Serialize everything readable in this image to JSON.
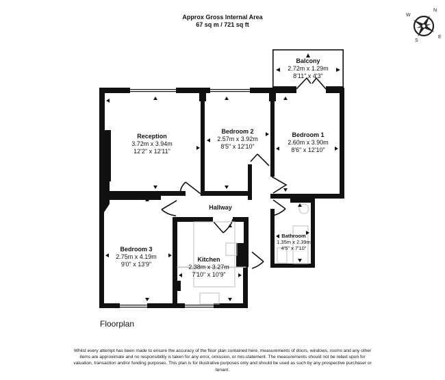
{
  "header": {
    "title": "Approx Gross Internal Area",
    "area": "67 sq m / 721 sq ft"
  },
  "compass": {
    "icon": "compass-rose-icon",
    "labels": {
      "n": "N",
      "e": "E",
      "s": "S",
      "w": "W"
    }
  },
  "rooms": [
    {
      "id": "balcony",
      "name": "Balcony",
      "metric": "2.72m x 1.29m",
      "imperial": "8'11\" x 4'3\""
    },
    {
      "id": "reception",
      "name": "Reception",
      "metric": "3.72m x 3.94m",
      "imperial": "12'2\" x 12'11\""
    },
    {
      "id": "bedroom2",
      "name": "Bedroom 2",
      "metric": "2.57m x 3.92m",
      "imperial": "8'5\" x 12'10\""
    },
    {
      "id": "bedroom1",
      "name": "Bedroom 1",
      "metric": "2.60m x 3.90m",
      "imperial": "8'6\" x 12'10\""
    },
    {
      "id": "hallway",
      "name": "Hallway",
      "metric": "",
      "imperial": ""
    },
    {
      "id": "bedroom3",
      "name": "Bedroom 3",
      "metric": "2.75m x 4.19m",
      "imperial": "9'0\" x 13'9\""
    },
    {
      "id": "kitchen",
      "name": "Kitchen",
      "metric": "2.38m x 3.27m",
      "imperial": "7'10\" x 10'9\""
    },
    {
      "id": "bathroom",
      "name": "Bathroom",
      "metric": "1.35m x 2.39m",
      "imperial": "4'5\" x 7'10\""
    }
  ],
  "floor_title": "Floorplan",
  "disclaimer": "Whilst every attempt has been made to ensure the accuracy of the floor plan contained here, measurements of doors, windows, rooms and any other items are approximate and no responsibility is taken for any error, omission, or mis-statement. The measurements should not be relied upon for valuation, transaction and/or funding purposes. This plan is for illustrative purposes only and should be used as such by any prospective purchaser or tenant.",
  "colors": {
    "wall": "#111111",
    "fixture": "#bdbdbd",
    "background": "#ffffff"
  }
}
